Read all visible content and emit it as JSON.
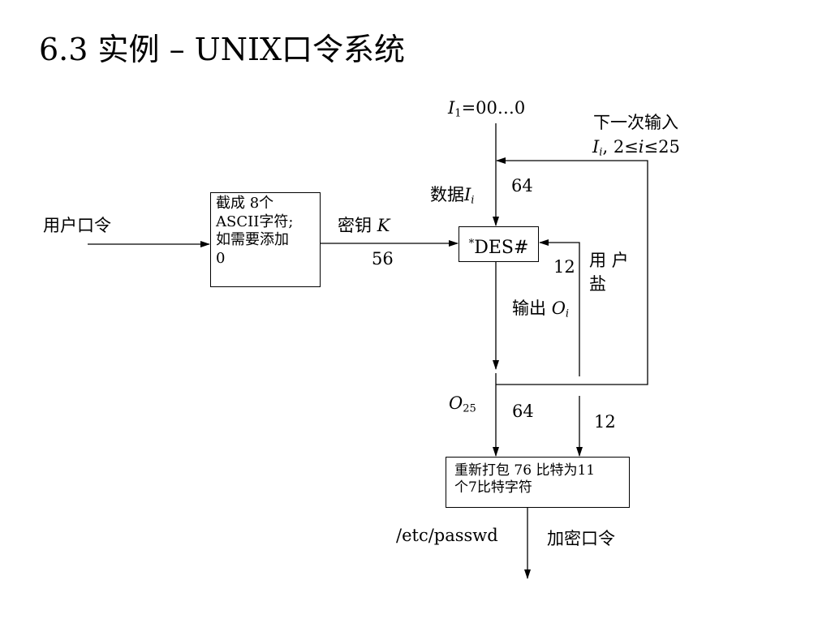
{
  "title": "6.3 实例 – UNIX口令系统",
  "labels": {
    "user_password": "用户口令",
    "key_label": "密钥",
    "key_var": "K",
    "key_bits": "56",
    "initial_var": "I",
    "initial_sub": "1",
    "initial_value": "=00…0",
    "next_input": "下一次输入",
    "iter_var": "I",
    "iter_sub": "i",
    "iter_range_1": ", 2≤",
    "iter_range_i": "i",
    "iter_range_2": "≤25",
    "data_label": "数据",
    "data_var": "I",
    "data_sub": "i",
    "data_bits": "64",
    "salt_label_1": "用 户",
    "salt_label_2": "盐",
    "salt_bits_upper": "12",
    "output_label": "输出",
    "output_var": "O",
    "output_sub": "i",
    "final_var": "O",
    "final_sub": "25",
    "final_bits": "64",
    "salt_bits_lower": "12",
    "passwd_file": "/etc/passwd",
    "encrypted_password": "加密口令"
  },
  "boxes": {
    "truncate_line1": "截成 8个",
    "truncate_line2": "ASCII字符;",
    "truncate_line3": "如需要添加",
    "truncate_line4": "0",
    "des_star": "*",
    "des_text": "DES#",
    "repack_line1": "重新打包 76 比特为11",
    "repack_line2": "个7比特字符"
  }
}
